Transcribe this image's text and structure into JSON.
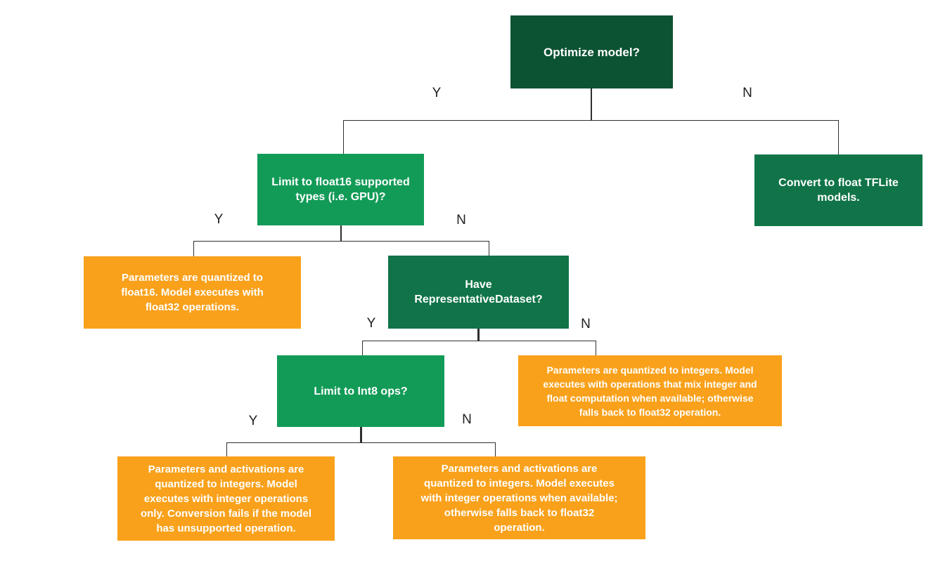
{
  "diagram": {
    "type": "flowchart",
    "colors": {
      "dark_green": "#0C5332",
      "forest_green": "#107448",
      "light_green": "#129B57",
      "orange": "#F9A11B",
      "node_text": "#FFFFFF",
      "line": "#2F2F2F",
      "edge_label": "#212121",
      "background": "#FFFFFF"
    },
    "nodes": {
      "optimize": {
        "label": "Optimize model?",
        "fill": "#0C5332",
        "kind": "decision"
      },
      "limit_float16": {
        "label": "Limit to float16 supported\ntypes (i.e. GPU)?",
        "fill": "#129B57",
        "kind": "decision"
      },
      "convert_float": {
        "label": "Convert to float TFLite\nmodels.",
        "fill": "#107448",
        "kind": "action"
      },
      "float16_result": {
        "label": "Parameters are quantized to\nfloat16. Model executes with\nfloat32 operations.",
        "fill": "#F9A11B",
        "kind": "result"
      },
      "have_repdataset": {
        "label": "Have\nRepresentativeDataset?",
        "fill": "#107448",
        "kind": "decision"
      },
      "limit_int8": {
        "label": "Limit to Int8 ops?",
        "fill": "#129B57",
        "kind": "decision"
      },
      "mixed_result": {
        "label": "Parameters are quantized to integers. Model\nexecutes with operations that mix integer and\nfloat computation when available; otherwise\nfalls back to float32 operation.",
        "fill": "#F9A11B",
        "kind": "result"
      },
      "int_only_result": {
        "label": "Parameters and activations are\nquantized to integers. Model\nexecutes with integer operations\nonly. Conversion fails if the model\nhas unsupported operation.",
        "fill": "#F9A11B",
        "kind": "result"
      },
      "int_fallback_result": {
        "label": "Parameters and activations are\nquantized to integers. Model executes\nwith integer operations when available;\notherwise falls back to float32\noperation.",
        "fill": "#F9A11B",
        "kind": "result"
      }
    },
    "edges": [
      {
        "from": "optimize",
        "to": "limit_float16",
        "label": "Y"
      },
      {
        "from": "optimize",
        "to": "convert_float",
        "label": "N"
      },
      {
        "from": "limit_float16",
        "to": "float16_result",
        "label": "Y"
      },
      {
        "from": "limit_float16",
        "to": "have_repdataset",
        "label": "N"
      },
      {
        "from": "have_repdataset",
        "to": "limit_int8",
        "label": "Y"
      },
      {
        "from": "have_repdataset",
        "to": "mixed_result",
        "label": "N"
      },
      {
        "from": "limit_int8",
        "to": "int_only_result",
        "label": "Y"
      },
      {
        "from": "limit_int8",
        "to": "int_fallback_result",
        "label": "N"
      }
    ]
  }
}
